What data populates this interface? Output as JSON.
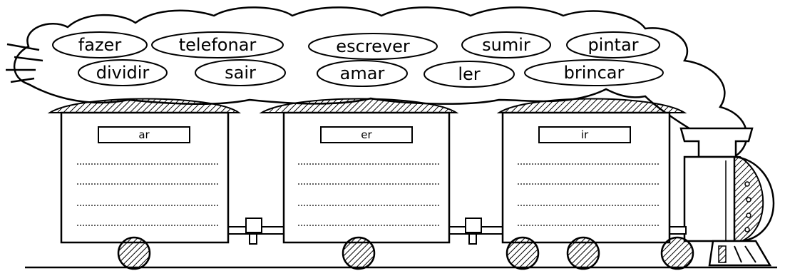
{
  "words": {
    "row1": [
      "fazer",
      "telefonar",
      "escrever",
      "sumir",
      "pintar"
    ],
    "row2": [
      "dividir",
      "sair",
      "amar",
      "ler",
      "brincar"
    ]
  },
  "wagons": [
    {
      "label": "ar"
    },
    {
      "label": "er"
    },
    {
      "label": "ir"
    }
  ]
}
